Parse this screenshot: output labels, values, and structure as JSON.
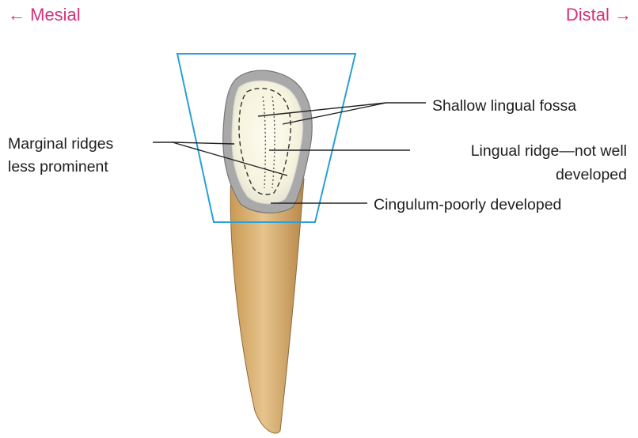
{
  "orientation": {
    "mesial": "← Mesial",
    "distal": "Distal →",
    "color": "#d6307a"
  },
  "labels": {
    "shallow_lingual_fossa": "Shallow lingual fossa",
    "marginal_ridges_line1": "Marginal ridges",
    "marginal_ridges_line2": "less prominent",
    "lingual_ridge_line1": "Lingual ridge—not well",
    "lingual_ridge_line2": "developed",
    "cingulum": "Cingulum-poorly developed"
  },
  "colors": {
    "outline_box": "#2aa0d6",
    "crown_fill": "#fbf9e6",
    "crown_border": "#9c9c9c",
    "root_fill": "#d8b277",
    "text": "#1e1e1e"
  }
}
